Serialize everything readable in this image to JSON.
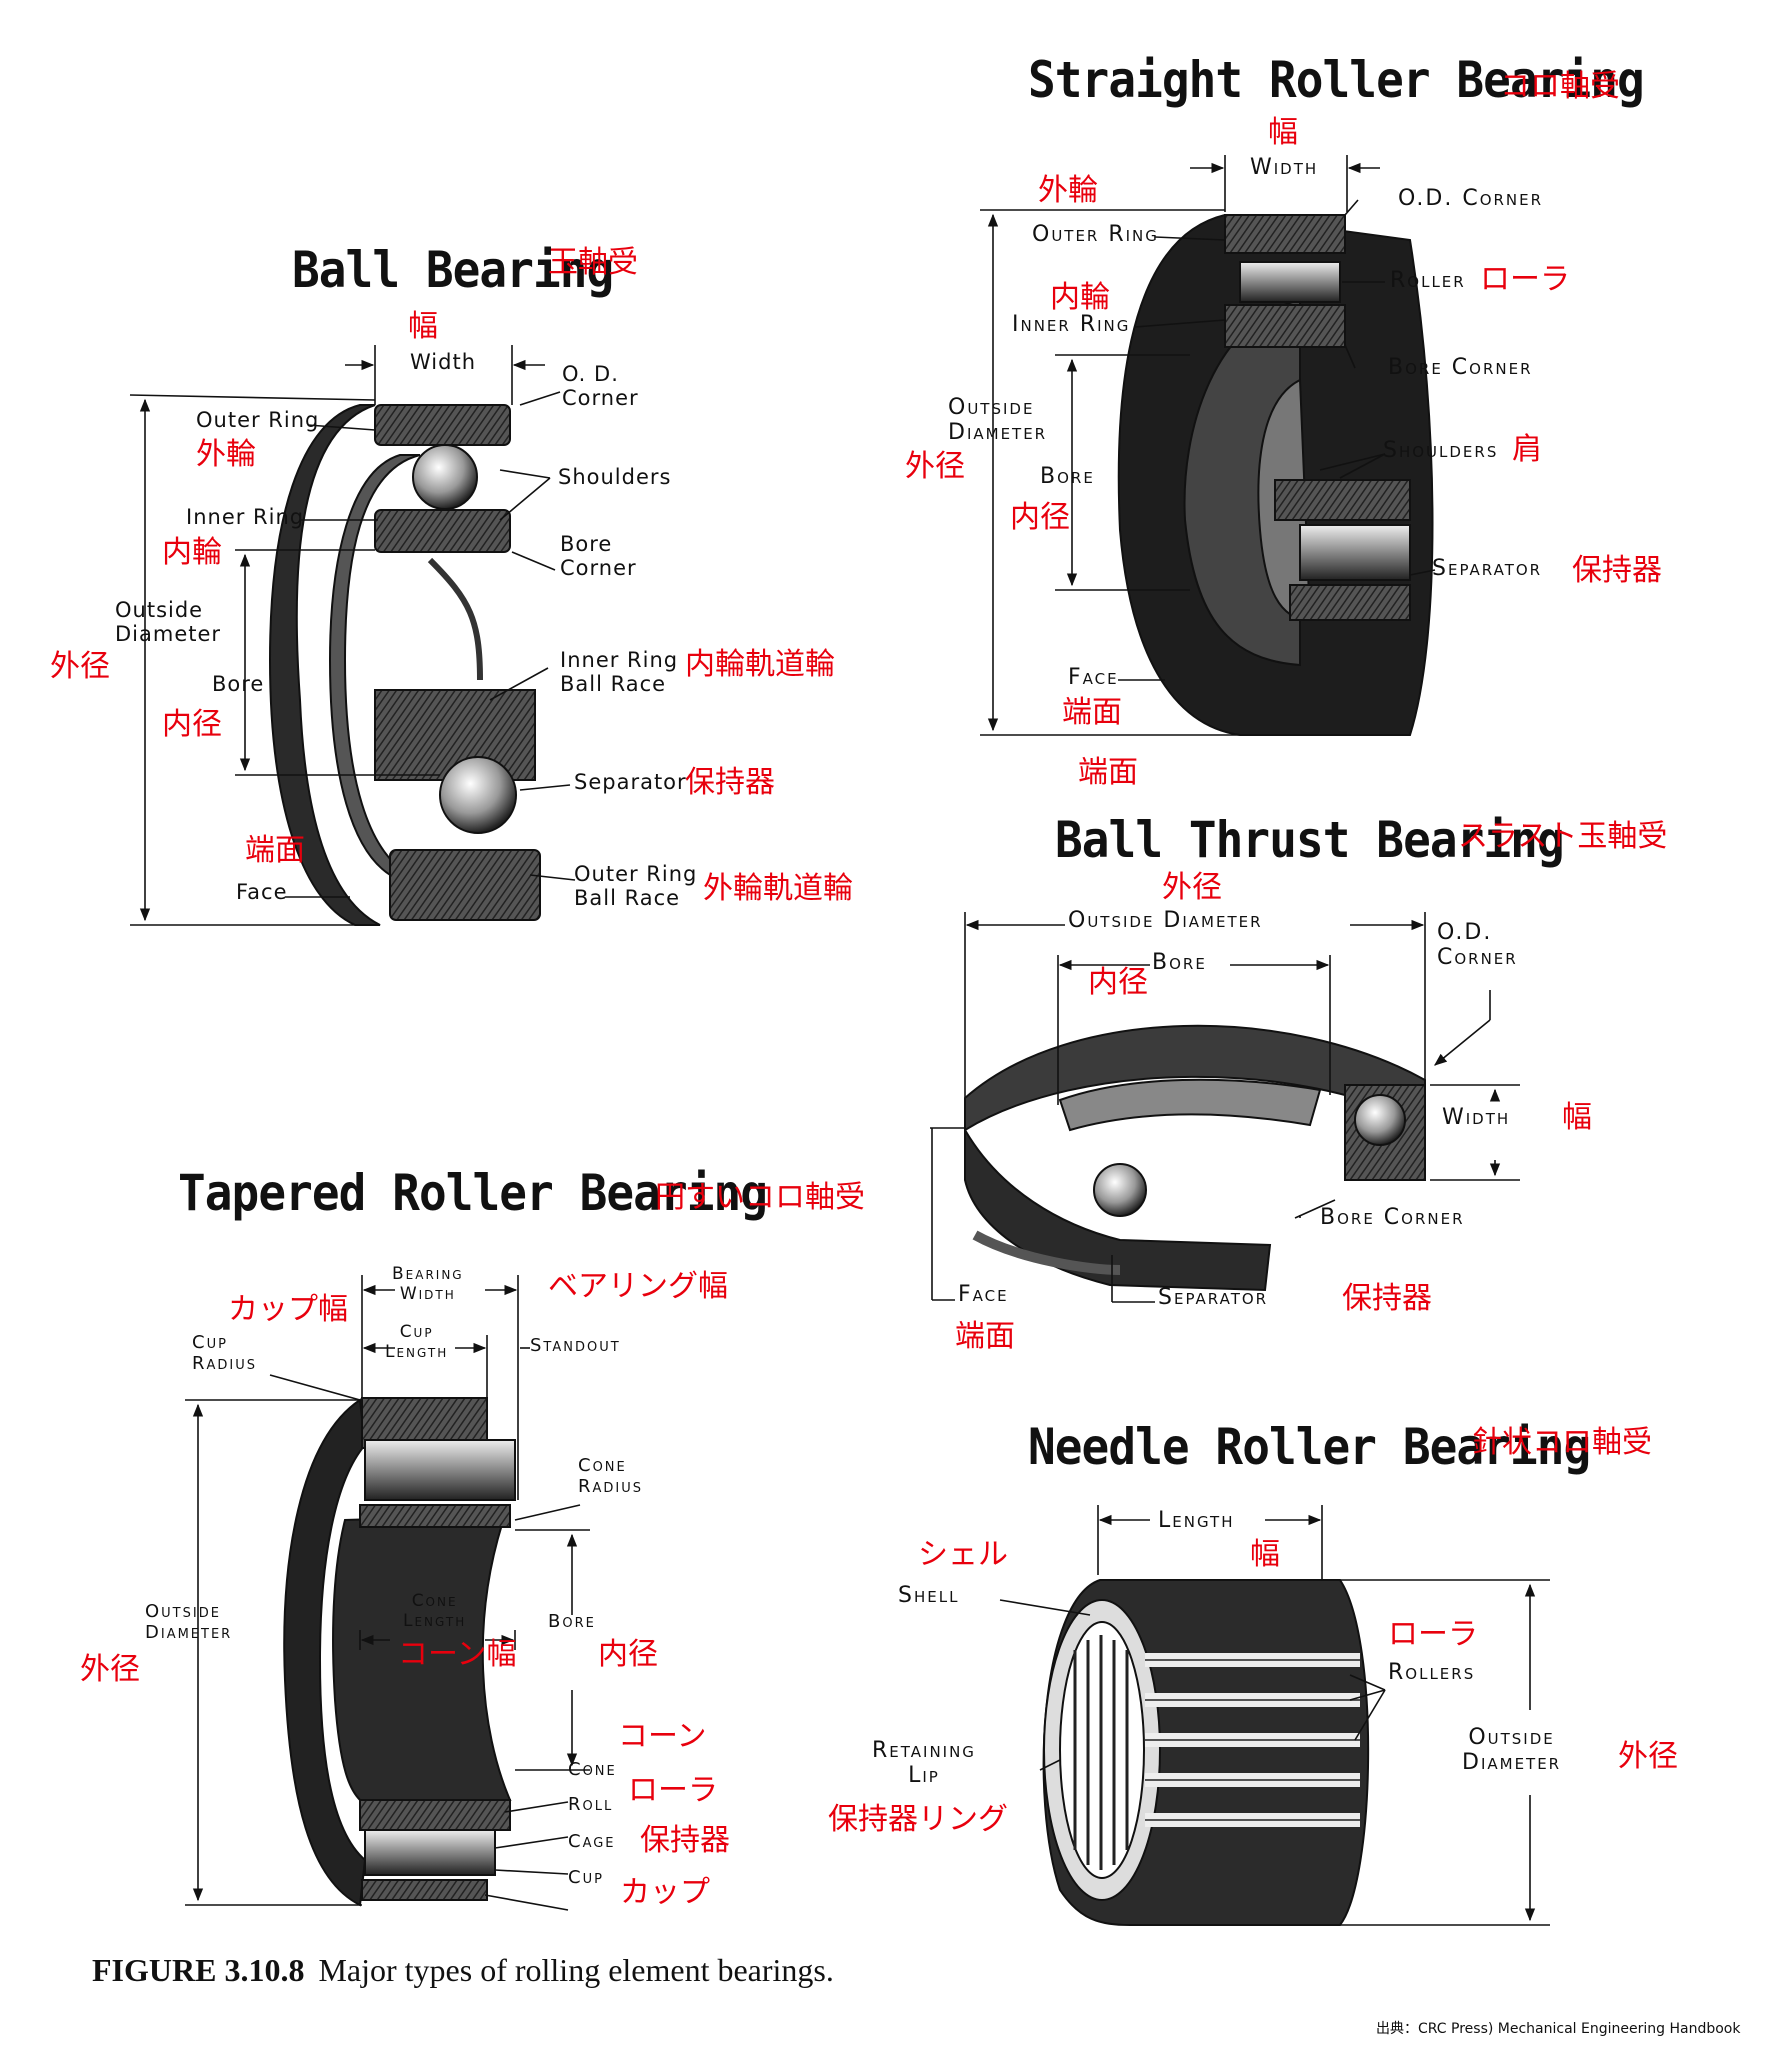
{
  "ball": {
    "title": "Ball Bearing",
    "title_ja": "玉軸受",
    "width": "Width",
    "width_ja": "幅",
    "od_corner": "O. D.\nCorner",
    "outer_ring": "Outer Ring",
    "outer_ring_ja": "外輪",
    "shoulders": "Shoulders",
    "inner_ring": "Inner Ring",
    "inner_ring_ja": "内輪",
    "bore_corner": "Bore\nCorner",
    "outside_diameter": "Outside\nDiameter",
    "outside_diameter_ja": "外径",
    "bore": "Bore",
    "bore_ja": "内径",
    "inner_race": "Inner Ring\nBall Race",
    "inner_race_ja": "内輪軌道輪",
    "separator": "Separator",
    "separator_ja": "保持器",
    "face": "Face",
    "face_ja": "端面",
    "outer_race": "Outer Ring\nBall Race",
    "outer_race_ja": "外輪軌道輪"
  },
  "straight": {
    "title": "Straight Roller Bearing",
    "title_ja": "コロ軸受",
    "width": "Width",
    "width_ja": "幅",
    "od_corner": "O.D. Corner",
    "outer_ring": "Outer Ring",
    "outer_ring_ja": "外輪",
    "roller": "Roller",
    "roller_ja": "ローラ",
    "inner_ring": "Inner Ring",
    "inner_ring_ja": "内輪",
    "bore_corner": "Bore Corner",
    "outside_diameter": "Outside\nDiameter",
    "outside_diameter_ja": "外径",
    "shoulders": "Shoulders",
    "shoulders_ja": "肩",
    "bore": "Bore",
    "bore_ja": "内径",
    "separator": "Separator",
    "separator_ja": "保持器",
    "face": "Face",
    "face_ja": "端面",
    "face_ja_2": "端面"
  },
  "thrust": {
    "title": "Ball Thrust Bearing",
    "title_ja": "スラスト玉軸受",
    "outside_diameter": "Outside Diameter",
    "outside_diameter_ja": "外径",
    "bore": "Bore",
    "bore_ja": "内径",
    "od_corner": "O.D.\nCorner",
    "width": "Width",
    "width_ja": "幅",
    "bore_corner": "Bore Corner",
    "face": "Face",
    "face_ja": "端面",
    "separator": "Separator",
    "separator_ja": "保持器"
  },
  "tapered": {
    "title": "Tapered Roller Bearing",
    "title_ja": "円すいコロ軸受",
    "bearing_width": "Bearing\nWidth",
    "bearing_width_ja": "ベアリング幅",
    "cup_width_ja": "カップ幅",
    "cup_radius": "Cup\nRadius",
    "cup_length": "Cup\nLength",
    "standout": "Standout",
    "cone_radius": "Cone\nRadius",
    "outside_diameter": "Outside\nDiameter",
    "outside_diameter_ja": "外径",
    "cone_length": "Cone\nLength",
    "cone_length_ja": "コーン幅",
    "bore": "Bore",
    "bore_ja": "内径",
    "cone": "Cone",
    "cone_ja": "コーン",
    "roll": "Roll",
    "roll_ja": "ローラ",
    "cage": "Cage",
    "cage_ja": "保持器",
    "cup": "Cup",
    "cup_ja": "カップ"
  },
  "needle": {
    "title": "Needle Roller Bearing",
    "title_ja": "針状コロ軸受",
    "length": "Length",
    "length_ja": "幅",
    "shell": "Shell",
    "shell_ja": "シェル",
    "rollers": "Rollers",
    "rollers_ja": "ローラ",
    "retaining_lip": "Retaining\nLip",
    "retaining_lip_ja": "保持器リング",
    "outside_diameter": "Outside\nDiameter",
    "outside_diameter_ja": "外径"
  },
  "caption": {
    "figure_no": "FIGURE 3.10.8",
    "text": "Major types of rolling element bearings."
  },
  "source": "出典：CRC Press) Mechanical Engineering Handbook",
  "colors": {
    "annotation_red": "#e8000d",
    "ink": "#111111"
  }
}
